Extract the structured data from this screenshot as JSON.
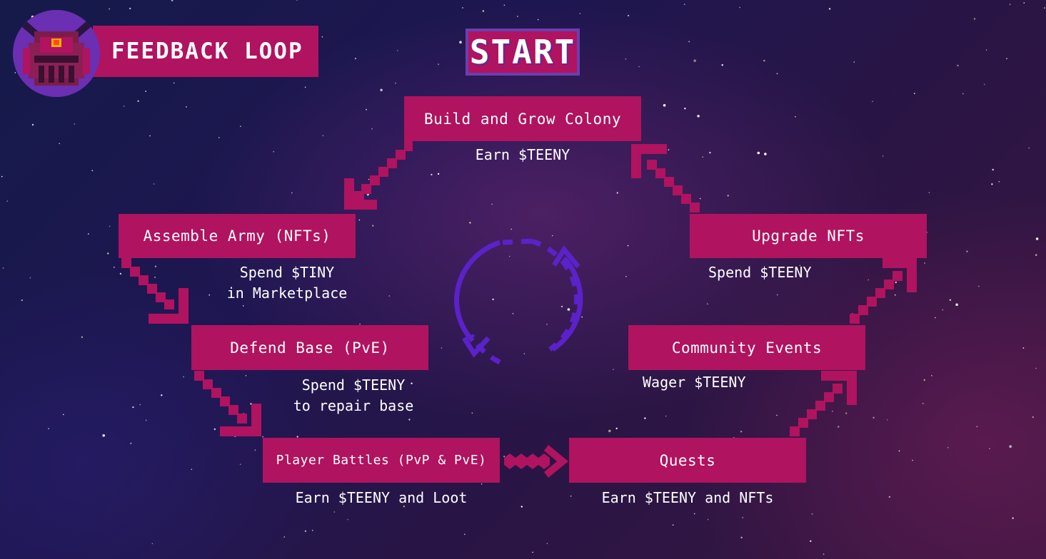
{
  "header": {
    "title": "FEEDBACK LOOP",
    "start_label": "START",
    "logo_icon": "robot-helmet-icon"
  },
  "colors": {
    "box": "#b0135f",
    "arrow": "#b0135f",
    "cycle": "#5a22c8",
    "text": "#ffffff"
  },
  "nodes": {
    "build": {
      "label": "Build and Grow Colony",
      "note": [
        "Earn $TEENY"
      ]
    },
    "assemble": {
      "label": "Assemble Army (NFTs)",
      "note": [
        "Spend $TINY",
        "in Marketplace"
      ]
    },
    "defend": {
      "label": "Defend Base (PvE)",
      "note": [
        "Spend $TEENY",
        "to repair base"
      ]
    },
    "battles": {
      "label": "Player Battles (PvP & PvE)",
      "note": [
        "Earn $TEENY and Loot"
      ]
    },
    "quests": {
      "label": "Quests",
      "note": [
        "Earn $TEENY and NFTs"
      ]
    },
    "community": {
      "label": "Community Events",
      "note": [
        "Wager $TEENY"
      ]
    },
    "upgrade": {
      "label": "Upgrade NFTs",
      "note": [
        "Spend $TEENY"
      ]
    }
  },
  "center_icon": "cycle-arrows-icon"
}
